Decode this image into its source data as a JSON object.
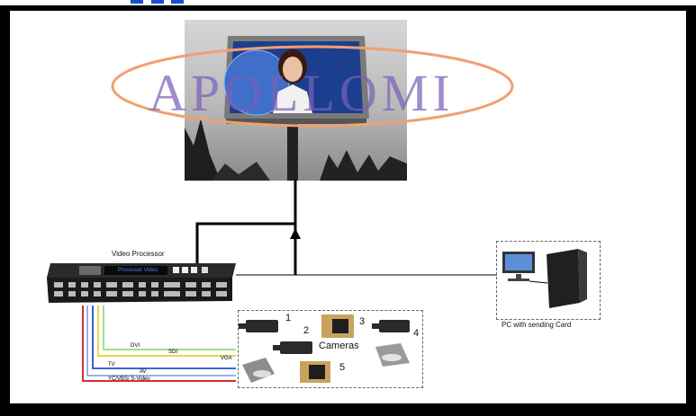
{
  "watermark": "APOLLOMI",
  "video_processor": {
    "title": "Video Processor",
    "screen_text": "Processor Video"
  },
  "pc": {
    "label": "PC with sending Card"
  },
  "cameras": {
    "label": "Cameras",
    "numbers": [
      "1",
      "2",
      "3",
      "4",
      "5"
    ]
  },
  "signals": [
    "DVI",
    "SDI",
    "VGA",
    "TV",
    "AV",
    "YC/VBS/ S-Video"
  ],
  "colors": {
    "dvi": "#9fe08a",
    "sdi": "#e8d84a",
    "tv": "#3c63d8",
    "av": "#d33030",
    "watermark_ellipse": "#f0a070"
  }
}
